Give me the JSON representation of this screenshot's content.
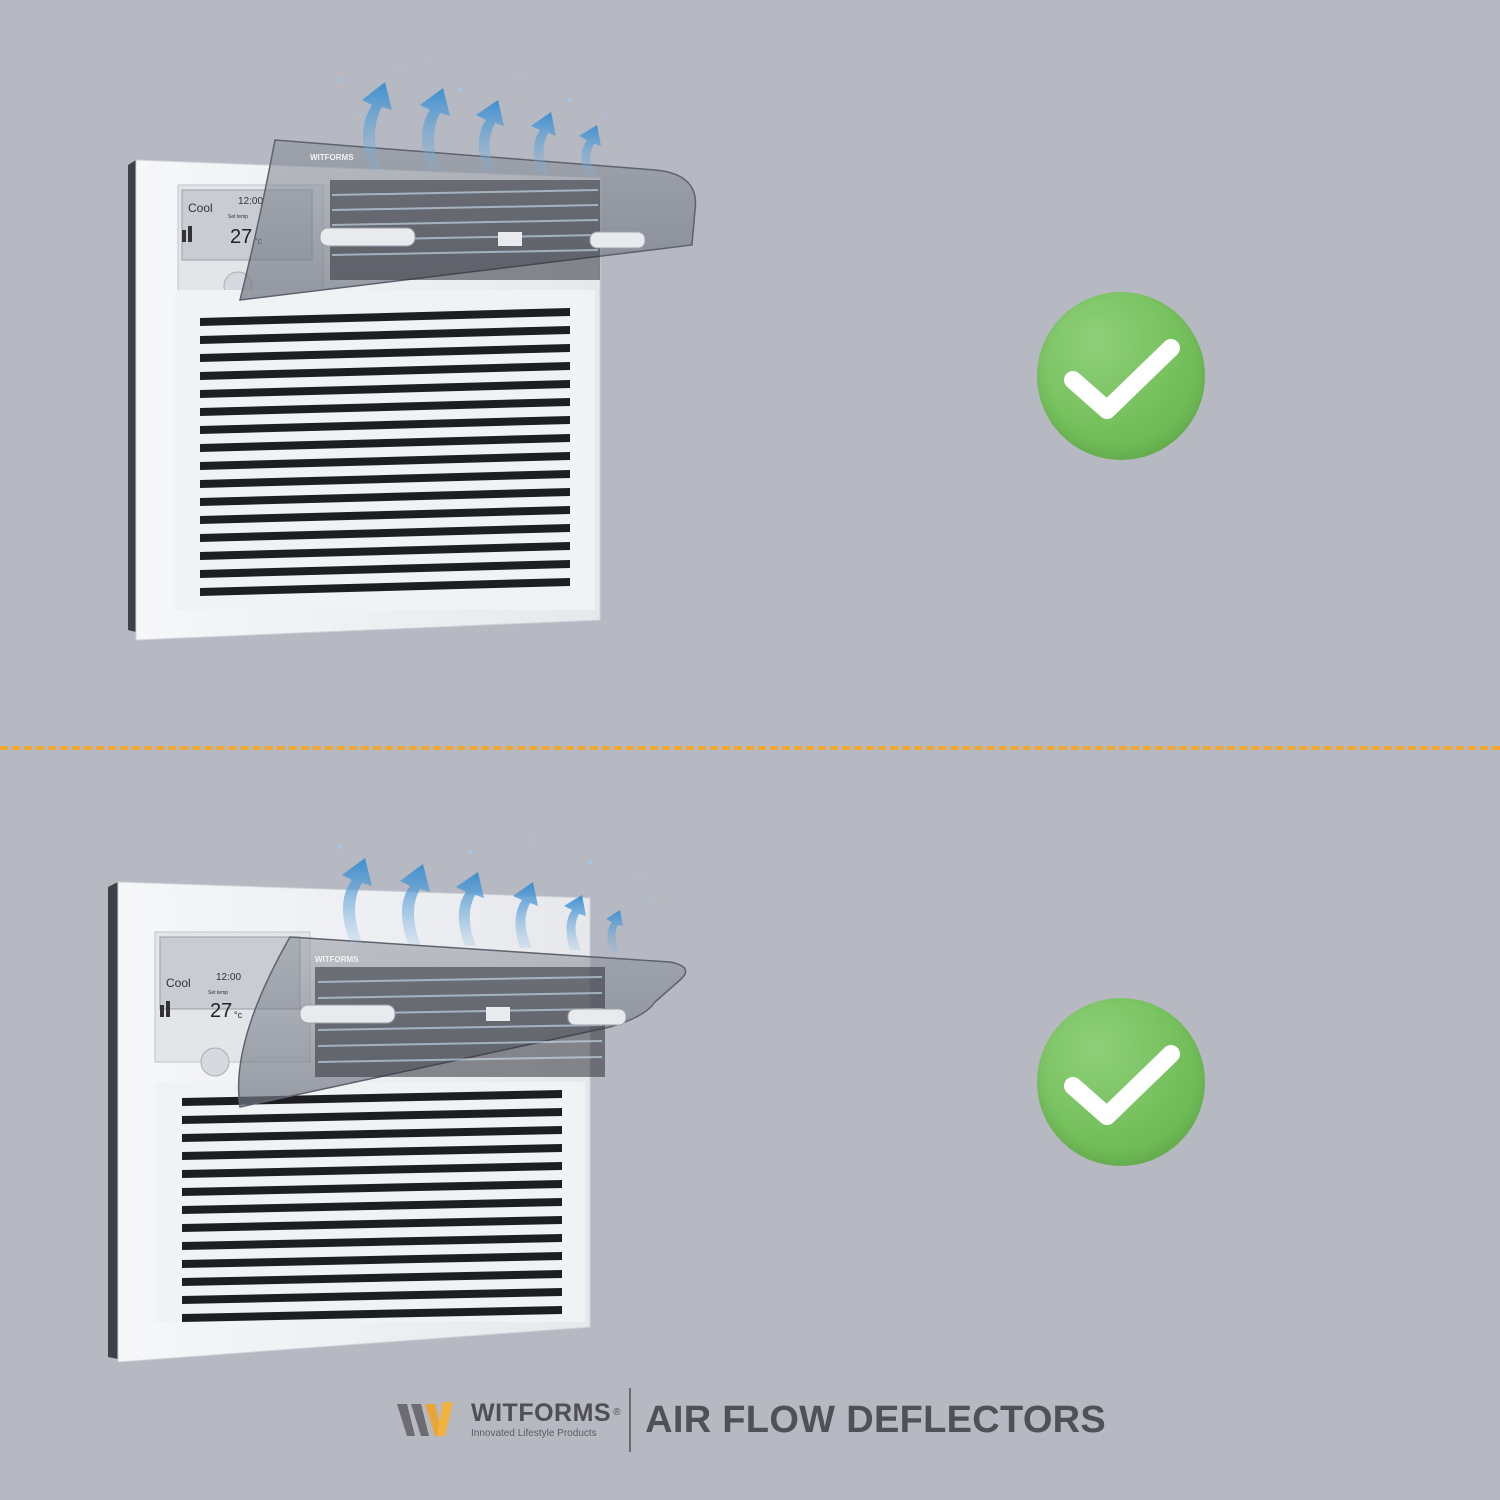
{
  "panels": [
    {
      "display": {
        "mode": "Cool",
        "time": "12:00",
        "set_label": "Set temp",
        "temp": "27",
        "unit": "°c"
      },
      "deflector_brand": "WITFORMS",
      "status_icon": "check-circle-icon"
    },
    {
      "display": {
        "mode": "Cool",
        "time": "12:00",
        "set_label": "Set temp",
        "temp": "27",
        "unit": "°c"
      },
      "deflector_brand": "WITFORMS",
      "status_icon": "check-circle-icon"
    }
  ],
  "colors": {
    "background": "#b6b9c1",
    "divider": "#f0a830",
    "check": "#74bf5b",
    "airflow": "#3f8fcf"
  },
  "footer": {
    "brand_name": "WITFORMS",
    "registered": "®",
    "tagline": "Innovated Lifestyle Products",
    "product_title": "AIR FLOW DEFLECTORS"
  }
}
